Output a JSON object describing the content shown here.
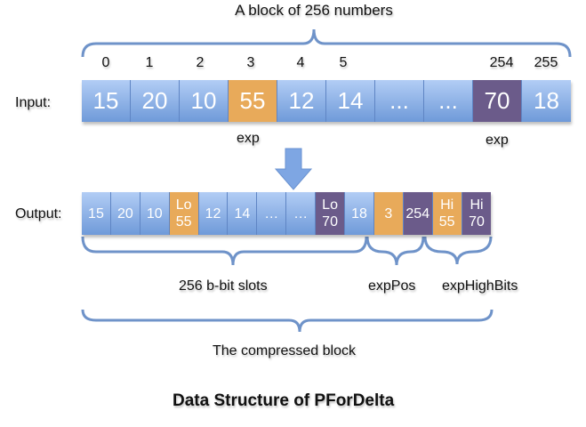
{
  "title": "Data Structure of PForDelta",
  "top_brace_label": "A block of 256 numbers",
  "input": {
    "label": "Input:",
    "indices": [
      "0",
      "1",
      "2",
      "3",
      "4",
      "5",
      "",
      "",
      "254",
      "255"
    ],
    "cells": [
      {
        "value": "15",
        "kind": "normal"
      },
      {
        "value": "20",
        "kind": "normal"
      },
      {
        "value": "10",
        "kind": "normal"
      },
      {
        "value": "55",
        "kind": "exception-a"
      },
      {
        "value": "12",
        "kind": "normal"
      },
      {
        "value": "14",
        "kind": "normal"
      },
      {
        "value": "...",
        "kind": "normal"
      },
      {
        "value": "...",
        "kind": "normal"
      },
      {
        "value": "70",
        "kind": "exception-b"
      },
      {
        "value": "18",
        "kind": "normal"
      }
    ],
    "exception_labels": [
      "exp",
      "exp"
    ]
  },
  "output": {
    "label": "Output:",
    "cells": [
      {
        "lines": [
          "15"
        ],
        "kind": "normal"
      },
      {
        "lines": [
          "20"
        ],
        "kind": "normal"
      },
      {
        "lines": [
          "10"
        ],
        "kind": "normal"
      },
      {
        "lines": [
          "Lo",
          "55"
        ],
        "kind": "exception-a"
      },
      {
        "lines": [
          "12"
        ],
        "kind": "normal"
      },
      {
        "lines": [
          "14"
        ],
        "kind": "normal"
      },
      {
        "lines": [
          "…"
        ],
        "kind": "normal"
      },
      {
        "lines": [
          "…"
        ],
        "kind": "normal"
      },
      {
        "lines": [
          "Lo",
          "70"
        ],
        "kind": "exception-b"
      },
      {
        "lines": [
          "18"
        ],
        "kind": "normal"
      },
      {
        "lines": [
          "3"
        ],
        "kind": "exception-a"
      },
      {
        "lines": [
          "254"
        ],
        "kind": "exception-b"
      },
      {
        "lines": [
          "Hi",
          "55"
        ],
        "kind": "exception-a"
      },
      {
        "lines": [
          "Hi",
          "70"
        ],
        "kind": "exception-b"
      }
    ],
    "section_labels": {
      "slots": "256 b-bit slots",
      "exp_pos": "expPos",
      "exp_high_bits": "expHighBits"
    }
  },
  "bottom_brace_label": "The compressed block",
  "colors": {
    "normal_top": "#b2cdf5",
    "normal_bottom": "#6f9ad9",
    "exception_a": "#e8aa5a",
    "exception_b": "#6b5b8a",
    "brace": "#6f93c9",
    "arrow": "#7ea6e3"
  }
}
